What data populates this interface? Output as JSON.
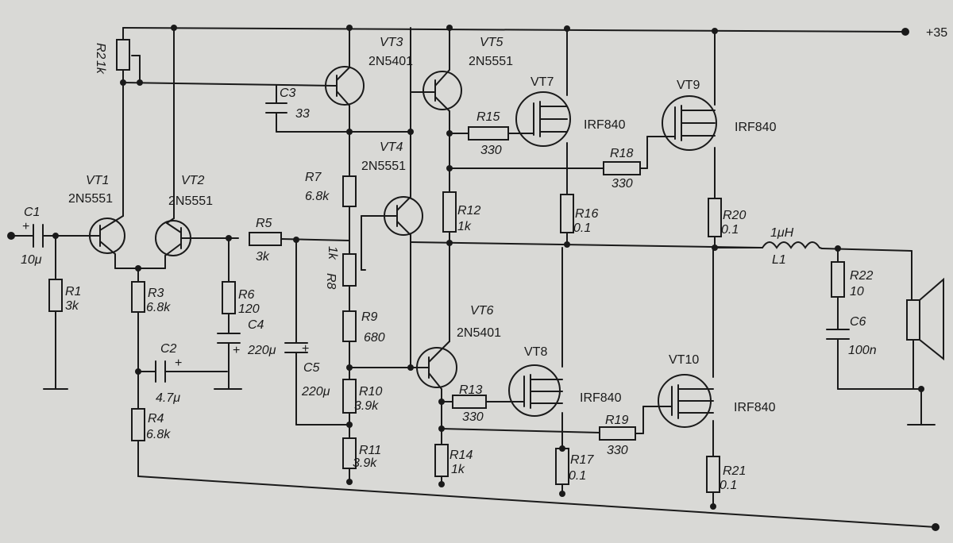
{
  "supply": {
    "label": "+35"
  },
  "components": {
    "C1": {
      "ref": "C1",
      "value": "10μ",
      "polarity": "+"
    },
    "R1": {
      "ref": "R1",
      "value": "3k"
    },
    "R2": {
      "ref": "R2",
      "value": "1k"
    },
    "C3": {
      "ref": "C3",
      "value": "33"
    },
    "VT1": {
      "ref": "VT1",
      "part": "2N5551"
    },
    "VT2": {
      "ref": "VT2",
      "part": "2N5551"
    },
    "VT3": {
      "ref": "VT3",
      "part": "2N5401"
    },
    "VT4": {
      "ref": "VT4",
      "part": "2N5551"
    },
    "VT5": {
      "ref": "VT5",
      "part": "2N5551"
    },
    "VT6": {
      "ref": "VT6",
      "part": "2N5401"
    },
    "VT7": {
      "ref": "VT7",
      "part": "IRF840"
    },
    "VT8": {
      "ref": "VT8",
      "part": "IRF840"
    },
    "VT9": {
      "ref": "VT9",
      "part": "IRF840"
    },
    "VT10": {
      "ref": "VT10",
      "part": "IRF840"
    },
    "R3": {
      "ref": "R3",
      "value": "6.8k"
    },
    "R4": {
      "ref": "R4",
      "value": "6.8k"
    },
    "C2": {
      "ref": "C2",
      "value": "4.7μ",
      "polarity": "+"
    },
    "R5": {
      "ref": "R5",
      "value": "3k"
    },
    "R6": {
      "ref": "R6",
      "value": "120"
    },
    "C4": {
      "ref": "C4",
      "value": "220μ",
      "polarity": "+"
    },
    "C5": {
      "ref": "C5",
      "value": "220μ",
      "polarity": "+"
    },
    "R7": {
      "ref": "R7",
      "value": "6.8k"
    },
    "R8": {
      "ref": "R8",
      "value": "1k"
    },
    "R9": {
      "ref": "R9",
      "value": "680"
    },
    "R10": {
      "ref": "R10",
      "value": "3.9k"
    },
    "R11": {
      "ref": "R11",
      "value": "3.9k"
    },
    "R12": {
      "ref": "R12",
      "value": "1k"
    },
    "R13": {
      "ref": "R13",
      "value": "330"
    },
    "R14": {
      "ref": "R14",
      "value": "1k"
    },
    "R15": {
      "ref": "R15",
      "value": "330"
    },
    "R16": {
      "ref": "R16",
      "value": "0.1"
    },
    "R17": {
      "ref": "R17",
      "value": "0.1"
    },
    "R18": {
      "ref": "R18",
      "value": "330"
    },
    "R19": {
      "ref": "R19",
      "value": "330"
    },
    "R20": {
      "ref": "R20",
      "value": "0.1"
    },
    "R21": {
      "ref": "R21",
      "value": "0.1"
    },
    "R22": {
      "ref": "R22",
      "value": "10"
    },
    "C6": {
      "ref": "C6",
      "value": "100n"
    },
    "L1": {
      "ref": "L1",
      "value": "1μH"
    }
  }
}
